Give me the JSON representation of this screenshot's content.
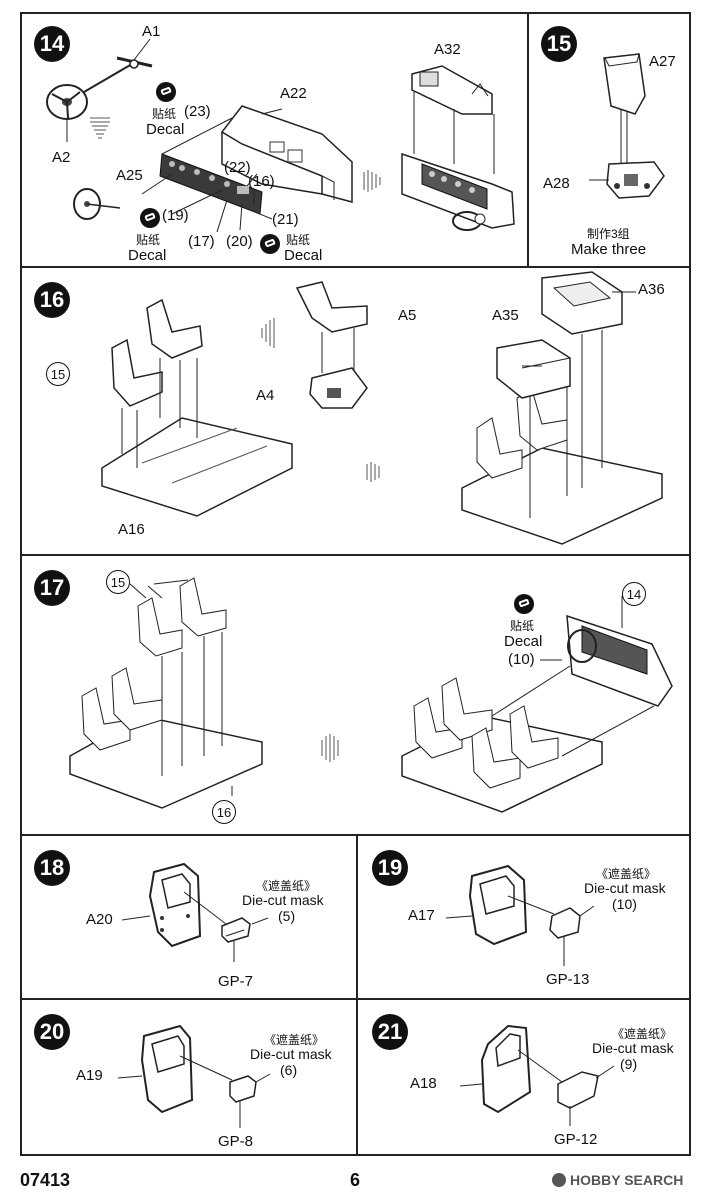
{
  "footer": {
    "code": "07413",
    "page": "6",
    "watermark": "HOBBY SEARCH"
  },
  "step14": {
    "number": "14",
    "labels": {
      "a1": "A1",
      "a2": "A2",
      "a22": "A22",
      "a25": "A25",
      "a32": "A32"
    },
    "decal_cn": "贴纸",
    "decal_en": "Decal",
    "refs": {
      "r23": "(23)",
      "r22": "(22)",
      "r16": "(16)",
      "r19": "(19)",
      "r21": "(21)",
      "r17": "(17)",
      "r20": "(20)"
    }
  },
  "step15": {
    "number": "15",
    "labels": {
      "a27": "A27",
      "a28": "A28"
    },
    "note_cn": "制作3组",
    "note_en": "Make three"
  },
  "step16": {
    "number": "16",
    "labels": {
      "a5": "A5",
      "a4": "A4",
      "a16": "A16",
      "a35": "A35",
      "a36": "A36"
    },
    "ref": "15"
  },
  "step17": {
    "number": "17",
    "refs": {
      "r15": "15",
      "r16": "16",
      "r14": "14"
    },
    "decal_cn": "贴纸",
    "decal_en": "Decal",
    "decal_ref": "(10)"
  },
  "step18": {
    "number": "18",
    "part": "A20",
    "mask_cn": "《遮盖纸》",
    "mask_en": "Die-cut mask",
    "mask_ref": "(5)",
    "gp": "GP-7"
  },
  "step19": {
    "number": "19",
    "part": "A17",
    "mask_cn": "《遮盖纸》",
    "mask_en": "Die-cut mask",
    "mask_ref": "(10)",
    "gp": "GP-13"
  },
  "step20": {
    "number": "20",
    "part": "A19",
    "mask_cn": "《遮盖纸》",
    "mask_en": "Die-cut mask",
    "mask_ref": "(6)",
    "gp": "GP-8"
  },
  "step21": {
    "number": "21",
    "part": "A18",
    "mask_cn": "《遮盖纸》",
    "mask_en": "Die-cut mask",
    "mask_ref": "(9)",
    "gp": "GP-12"
  }
}
